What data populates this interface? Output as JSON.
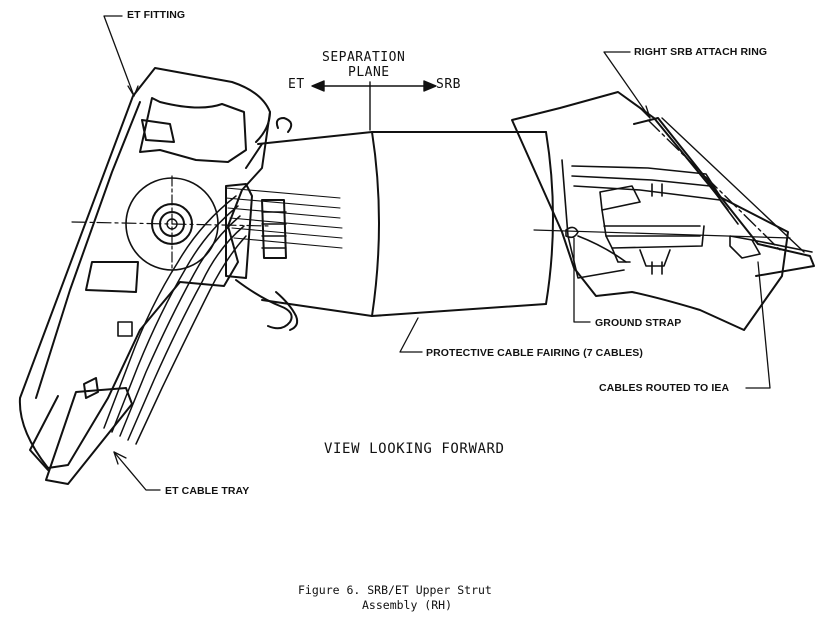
{
  "labels": {
    "et_fitting": "ET FITTING",
    "separation_line1": "SEPARATION",
    "separation_line2": "PLANE",
    "et_side": "ET",
    "srb_side": "SRB",
    "right_srb_attach_ring": "RIGHT SRB ATTACH RING",
    "ground_strap": "GROUND STRAP",
    "protective_cable_fairing": "PROTECTIVE CABLE FAIRING (7 CABLES)",
    "cables_routed": "CABLES ROUTED TO IEA",
    "et_cable_tray": "ET CABLE TRAY",
    "view": "VIEW LOOKING FORWARD"
  },
  "caption": {
    "line1": "Figure 6.  SRB/ET Upper Strut",
    "line2": "Assembly (RH)"
  },
  "colors": {
    "ink": "#111111",
    "paper": "#ffffff"
  }
}
